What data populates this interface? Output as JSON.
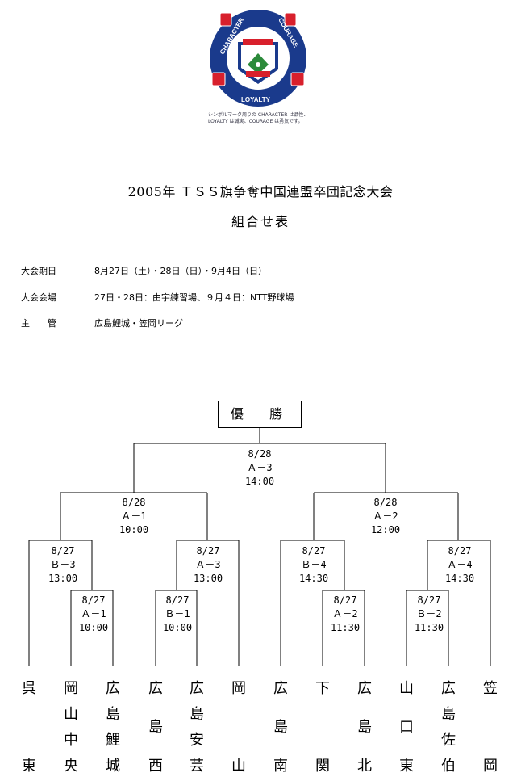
{
  "logo": {
    "ring_top_left": "CHARACTER",
    "ring_top_right": "COURAGE",
    "ring_bottom": "LOYALTY",
    "note_line1": "シンボルマーク周りの CHARACTER は品性、",
    "note_line2": "LOYALTY は誠実、COURAGE は勇気です。",
    "colors": {
      "ring": "#1a3a8c",
      "red": "#d8202c",
      "white": "#ffffff"
    }
  },
  "title": {
    "main": "2005年 ＴＳＳ旗争奪中国連盟卒団記念大会",
    "sub": "組合せ表"
  },
  "info": [
    {
      "label": "大会期日",
      "value": "8月27日（土）・28日（日）・9月4日（日）"
    },
    {
      "label": "大会会場",
      "value": "27日・28日：由宇練習場、９月４日：NTT野球場"
    },
    {
      "label": "主　　管",
      "value": "広島鯉城・笠岡リーグ"
    }
  ],
  "bracket": {
    "winner": "優　勝",
    "final": {
      "date": "8/28",
      "game": "Ａ－3",
      "time": "14:00"
    },
    "semis": [
      {
        "date": "8/28",
        "game": "Ａ－1",
        "time": "10:00"
      },
      {
        "date": "8/28",
        "game": "Ａ－2",
        "time": "12:00"
      }
    ],
    "quarters": [
      {
        "date": "8/27",
        "game": "Ｂ－3",
        "time": "13:00"
      },
      {
        "date": "8/27",
        "game": "Ａ－3",
        "time": "13:00"
      },
      {
        "date": "8/27",
        "game": "Ｂ－4",
        "time": "14:30"
      },
      {
        "date": "8/27",
        "game": "Ａ－4",
        "time": "14:30"
      }
    ],
    "firsts": [
      {
        "date": "8/27",
        "game": "Ａ－1",
        "time": "10:00"
      },
      {
        "date": "8/27",
        "game": "Ｂ－1",
        "time": "10:00"
      },
      {
        "date": "8/27",
        "game": "Ａ－2",
        "time": "11:30"
      },
      {
        "date": "8/27",
        "game": "Ｂ－2",
        "time": "11:30"
      }
    ]
  },
  "teams": [
    {
      "chars": [
        "呉",
        "東"
      ]
    },
    {
      "chars": [
        "岡",
        "山",
        "中",
        "央"
      ]
    },
    {
      "chars": [
        "広",
        "島",
        "鯉",
        "城"
      ]
    },
    {
      "chars": [
        "広",
        "島",
        "西"
      ]
    },
    {
      "chars": [
        "広",
        "島",
        "安",
        "芸"
      ]
    },
    {
      "chars": [
        "岡",
        "山"
      ]
    },
    {
      "chars": [
        "広",
        "島",
        "南"
      ]
    },
    {
      "chars": [
        "下",
        "関"
      ]
    },
    {
      "chars": [
        "広",
        "島",
        "北"
      ]
    },
    {
      "chars": [
        "山",
        "口",
        "東"
      ]
    },
    {
      "chars": [
        "広",
        "島",
        "佐",
        "伯"
      ]
    },
    {
      "chars": [
        "笠",
        "岡"
      ]
    }
  ]
}
